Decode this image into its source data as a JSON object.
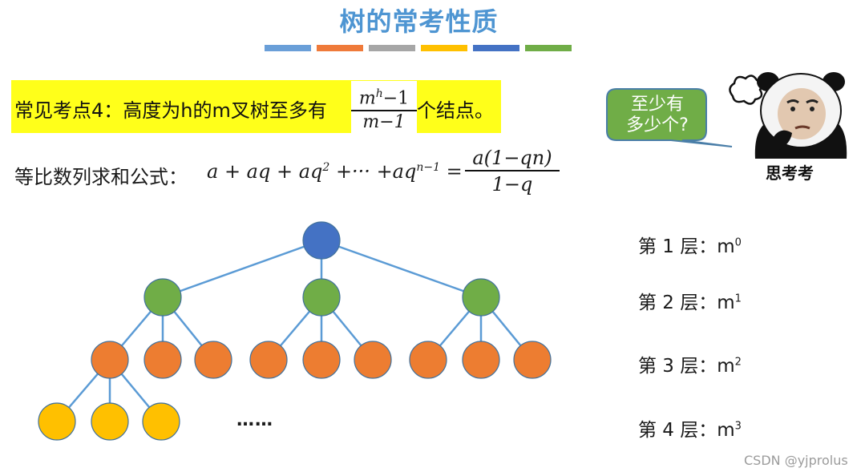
{
  "title": "树的常考性质",
  "color_bars": [
    "#6a9fd8",
    "#ef7a3a",
    "#a6a6a6",
    "#ffc000",
    "#4472c4",
    "#70ad47"
  ],
  "key_point": {
    "text": "常见考点4：高度为h的m叉树至多有",
    "numerator": "m",
    "numerator_sup": "h",
    "numerator_tail": "−1",
    "denominator": "m−1",
    "tail": "个结点。",
    "highlight_color": "#ffff1a"
  },
  "geometric": {
    "label": "等比数列求和公式：",
    "expr_a": "a + aq + aq",
    "expr_sup1": "2",
    "expr_b": " +··· +aq",
    "expr_sup2": "n−1",
    "expr_c": " =",
    "numerator": "a(1−qn)",
    "denominator": "1−q"
  },
  "bubble": {
    "line1": "至少有",
    "line2": "多少个?",
    "color": "#70ad47"
  },
  "meme_caption": "思考考",
  "levels": [
    {
      "prefix": "第 1 层：m",
      "exp": "0"
    },
    {
      "prefix": "第 2 层：m",
      "exp": "1"
    },
    {
      "prefix": "第 3 层：m",
      "exp": "2"
    },
    {
      "prefix": "第 4 层：m",
      "exp": "3"
    }
  ],
  "tree": {
    "colors": {
      "root": "#4472c4",
      "level2": "#70ad47",
      "level3": "#ed7d31",
      "level4": "#ffc000",
      "edge": "#5b9bd5"
    },
    "ellipsis": "……"
  },
  "watermark": "CSDN @yjprolus"
}
